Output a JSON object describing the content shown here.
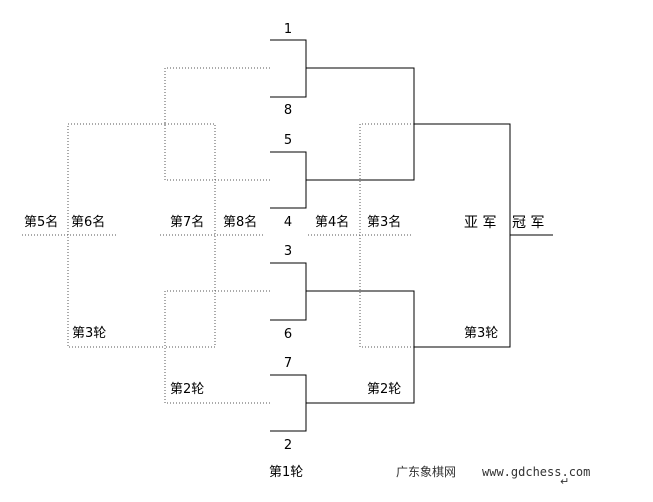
{
  "seeds": {
    "s1": "1",
    "s8": "8",
    "s5": "5",
    "s4": "4",
    "s3": "3",
    "s6": "6",
    "s7": "7",
    "s2": "2"
  },
  "placements": {
    "p5": "第5名",
    "p6": "第6名",
    "p7": "第7名",
    "p8": "第8名",
    "p4": "第4名",
    "p3": "第3名",
    "runner_up": "亚 军",
    "champion": "冠 军"
  },
  "rounds": {
    "round1": "第1轮",
    "round2_left": "第2轮",
    "round2_right": "第2轮",
    "round3_left": "第3轮",
    "round3_right": "第3轮"
  },
  "watermark": {
    "site_name": "广东象棋网",
    "url": "www.gdchess.com",
    "mark": "↵"
  },
  "colors": {
    "solid_line": "#000000",
    "dotted_line": "#555555"
  }
}
